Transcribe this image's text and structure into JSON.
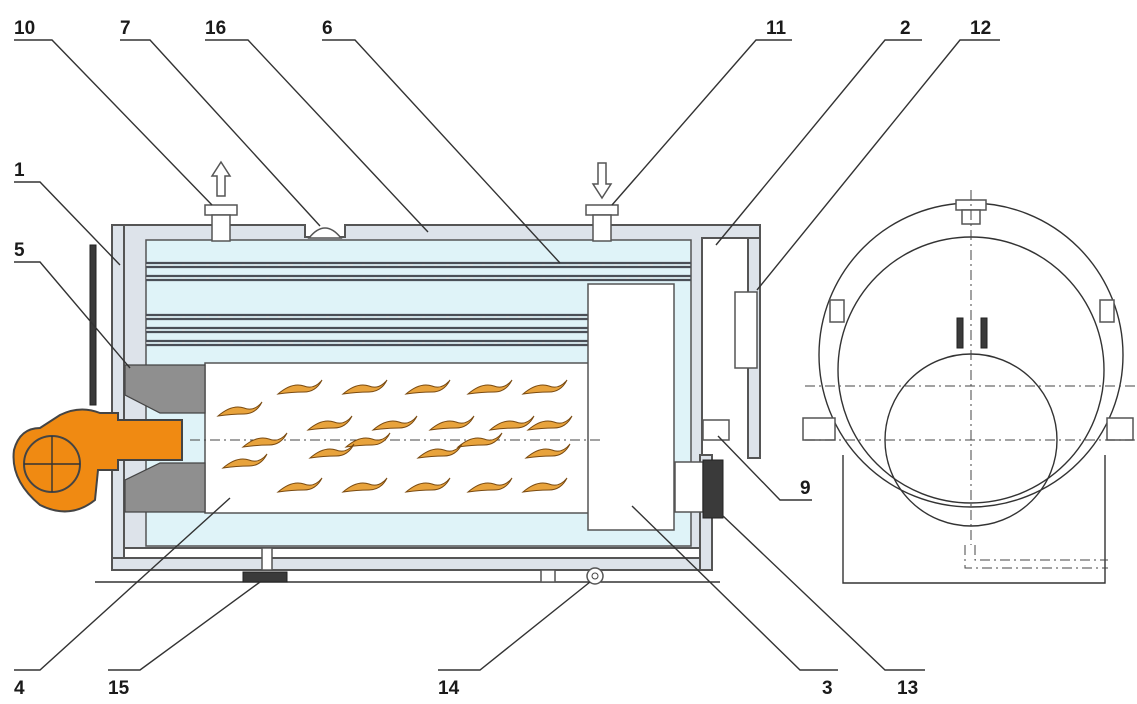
{
  "callouts": [
    {
      "id": "c1",
      "label": "1"
    },
    {
      "id": "c2",
      "label": "2"
    },
    {
      "id": "c3",
      "label": "3"
    },
    {
      "id": "c4",
      "label": "4"
    },
    {
      "id": "c5",
      "label": "5"
    },
    {
      "id": "c6",
      "label": "6"
    },
    {
      "id": "c7",
      "label": "7"
    },
    {
      "id": "c9",
      "label": "9"
    },
    {
      "id": "c10",
      "label": "10"
    },
    {
      "id": "c11",
      "label": "11"
    },
    {
      "id": "c12",
      "label": "12"
    },
    {
      "id": "c13",
      "label": "13"
    },
    {
      "id": "c14",
      "label": "14"
    },
    {
      "id": "c15",
      "label": "15"
    },
    {
      "id": "c16",
      "label": "16"
    }
  ],
  "colors": {
    "burner": "#f08a12",
    "flame": "#e8a33c",
    "water": "#dff3f8",
    "shell": "#dde3ea",
    "line": "#333333"
  },
  "icons": [
    "outlet-arrow-up-icon",
    "inlet-arrow-down-icon"
  ]
}
